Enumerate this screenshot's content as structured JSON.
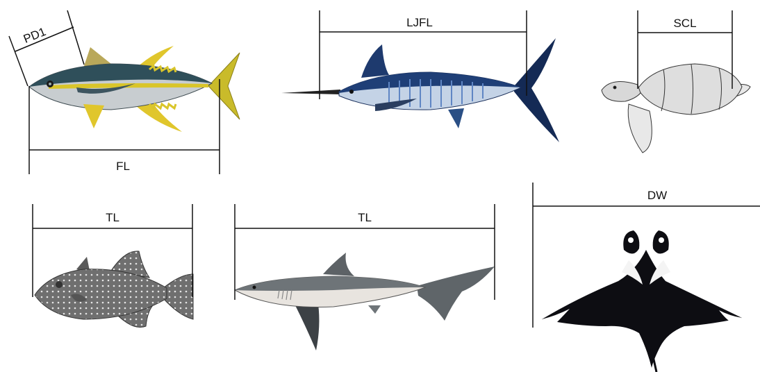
{
  "measurements": {
    "tuna_predorsal": "PD1",
    "tuna_fork": "FL",
    "marlin_lower_jaw_fork": "LJFL",
    "turtle_carapace": "SCL",
    "triggerfish_total": "TL",
    "shark_total": "TL",
    "manta_disc_width": "DW"
  },
  "colors": {
    "line": "#111111",
    "tuna_back": "#2f4f5a",
    "tuna_yellow": "#d9c52a",
    "marlin_back": "#1f3f77",
    "shark_back": "#6e7478",
    "manta_body": "#0d0d12"
  }
}
